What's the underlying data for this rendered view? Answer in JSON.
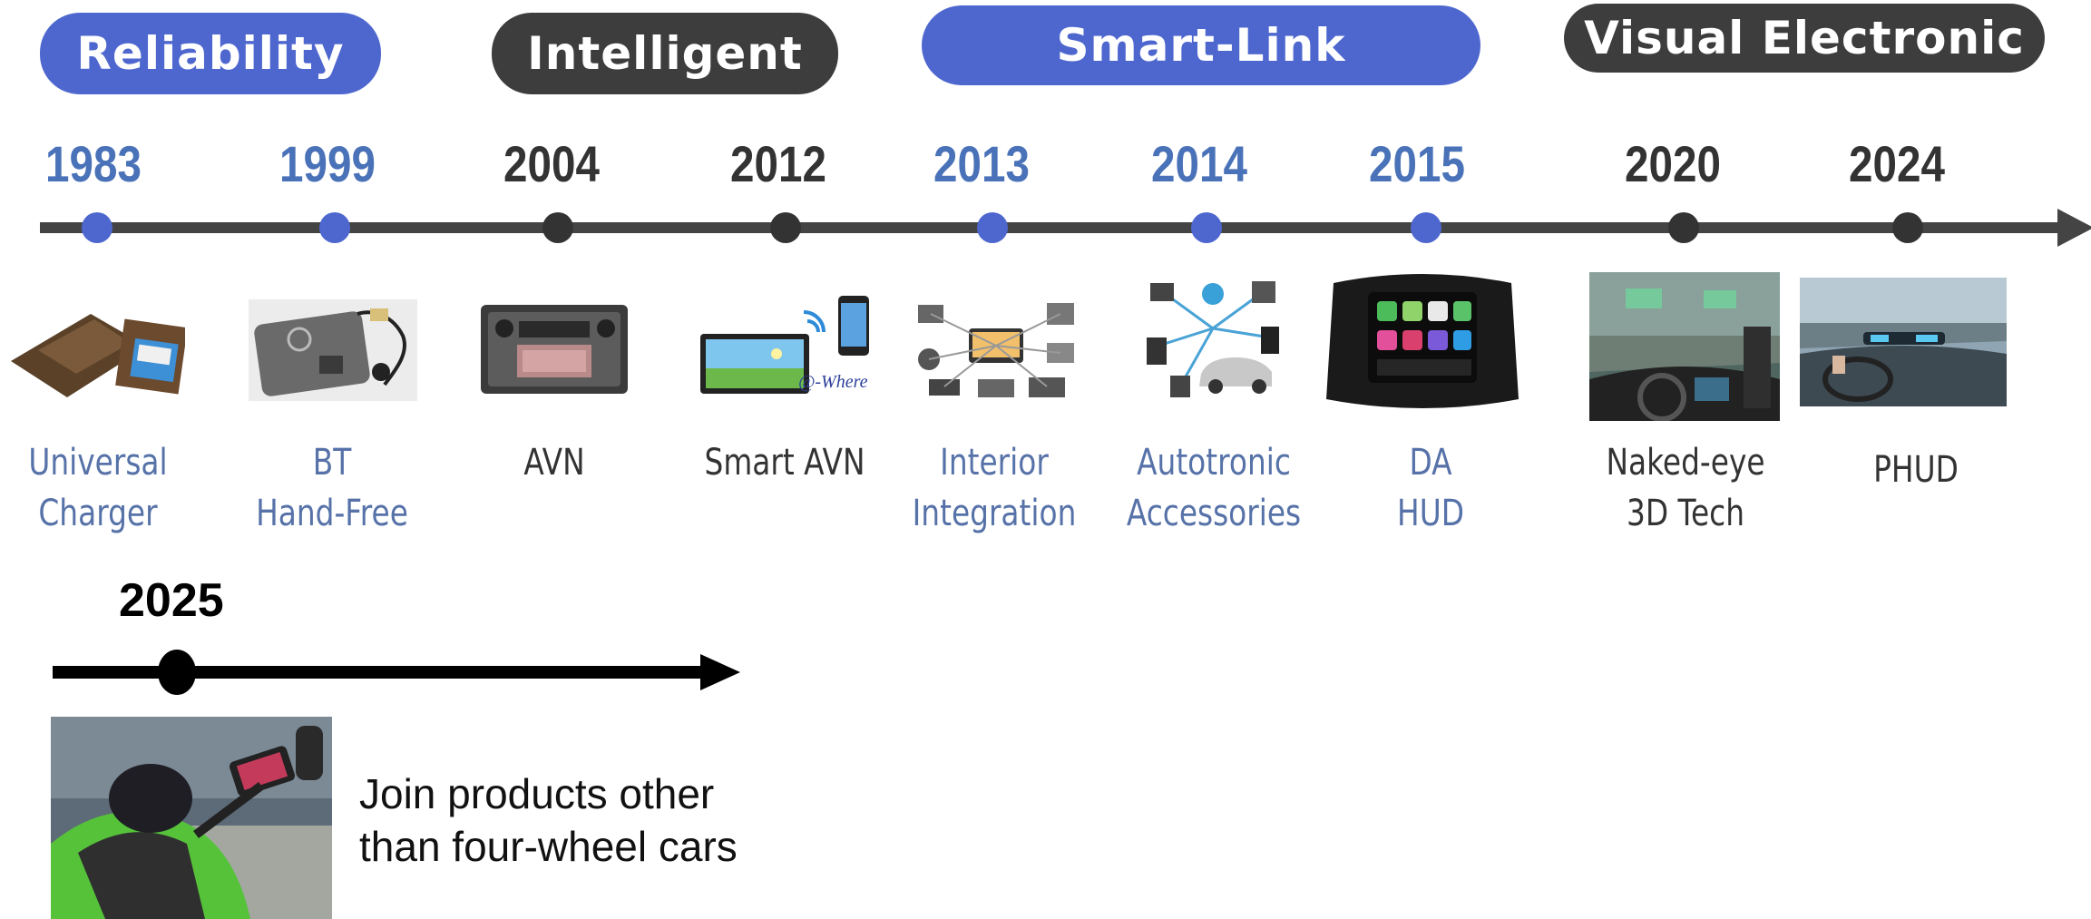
{
  "eras": [
    {
      "label": "Reliability",
      "style": "blue"
    },
    {
      "label": "Intelligent",
      "style": "dark"
    },
    {
      "label": "Smart-Link",
      "style": "blue"
    },
    {
      "label": "Visual Electronic",
      "style": "dark"
    }
  ],
  "milestones": [
    {
      "year": "1983",
      "style": "blue",
      "lines": [
        "Universal",
        "Charger"
      ],
      "image": "universal-charger"
    },
    {
      "year": "1999",
      "style": "blue",
      "lines": [
        "BT",
        "Hand-Free"
      ],
      "image": "bt-handsfree-kit"
    },
    {
      "year": "2004",
      "style": "dark",
      "lines": [
        "AVN"
      ],
      "image": "avn-head-unit"
    },
    {
      "year": "2012",
      "style": "dark",
      "lines": [
        "Smart AVN"
      ],
      "image": "smart-avn",
      "image_text": "@-Where"
    },
    {
      "year": "2013",
      "style": "blue",
      "lines": [
        "Interior",
        "Integration"
      ],
      "image": "interior-integration"
    },
    {
      "year": "2014",
      "style": "blue",
      "lines": [
        "Autotronic",
        "Accessories"
      ],
      "image": "autotronic-accessories"
    },
    {
      "year": "2015",
      "style": "blue",
      "lines": [
        "DA",
        "HUD"
      ],
      "image": "da-hud-display"
    },
    {
      "year": "2020",
      "style": "dark",
      "lines": [
        "Naked-eye",
        "3D Tech"
      ],
      "image": "naked-eye-3d-dashboard"
    },
    {
      "year": "2024",
      "style": "dark",
      "lines": [
        "PHUD"
      ],
      "image": "phud-cockpit"
    }
  ],
  "extension": {
    "year": "2025",
    "lines": [
      "Join products other",
      "than four-wheel cars"
    ],
    "image": "motorcycle-phone-mount"
  },
  "colors": {
    "blue": "#4e67cf",
    "dark": "#3d3d3d",
    "year_blue": "#4a72b8",
    "label_blue": "#5672a8"
  }
}
